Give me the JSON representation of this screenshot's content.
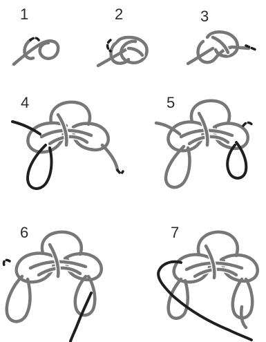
{
  "steps": [
    {
      "label": "1"
    },
    {
      "label": "2"
    },
    {
      "label": "3"
    },
    {
      "label": "4"
    },
    {
      "label": "5"
    },
    {
      "label": "6"
    },
    {
      "label": "7"
    }
  ],
  "colors": {
    "rope": "#777777",
    "rope_working_end": "#1f1f1f",
    "background": "#ffffff"
  }
}
